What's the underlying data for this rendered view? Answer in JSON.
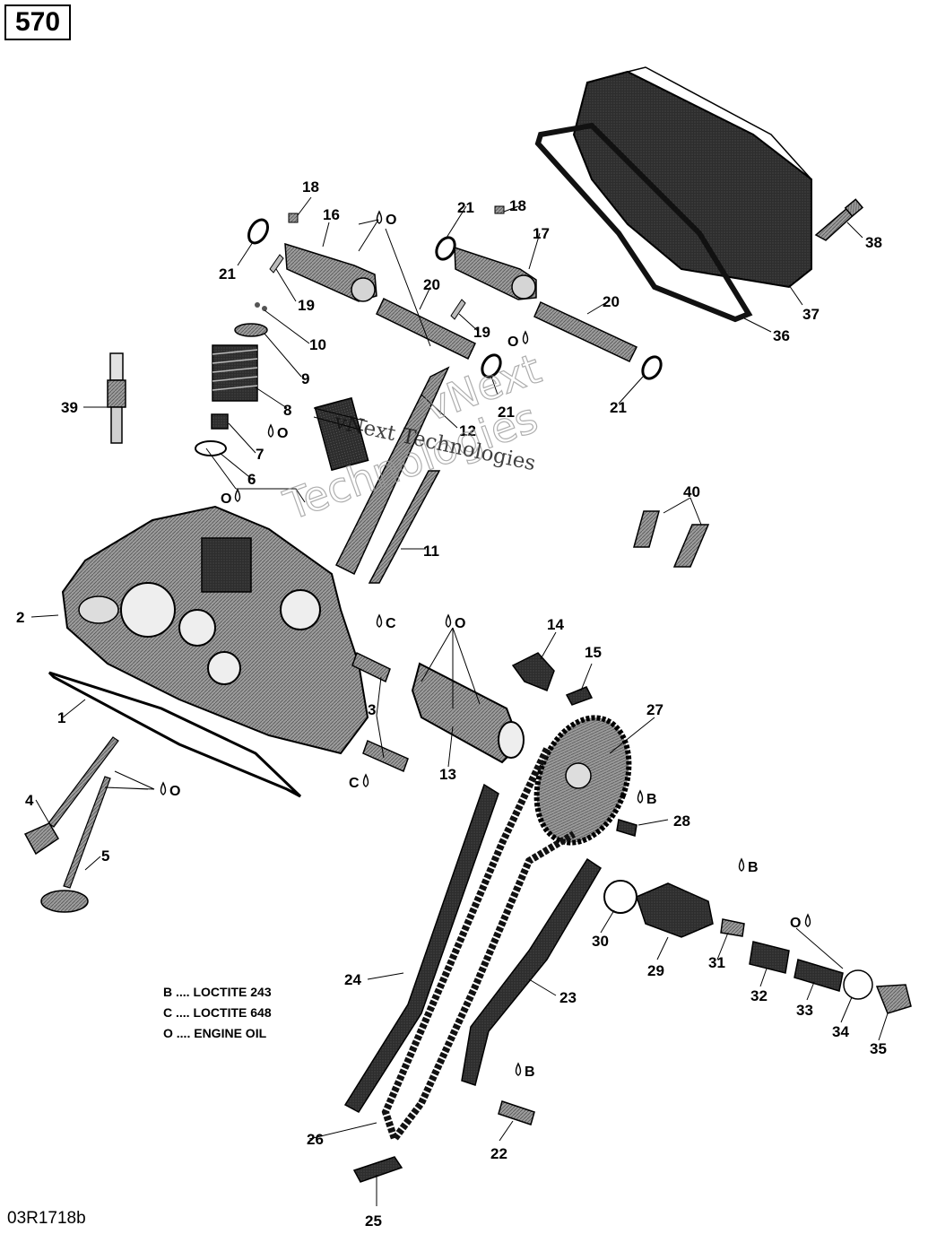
{
  "page_number": "570",
  "drawing_code": "03R1718b",
  "watermark": {
    "line1": "vNext",
    "line2": "Technologies",
    "line3": "vNext Technologies"
  },
  "legend": [
    {
      "code": "B",
      "text": "LOCTITE 243"
    },
    {
      "code": "C",
      "text": "LOCTITE 648"
    },
    {
      "code": "O",
      "text": "ENGINE OIL"
    }
  ],
  "legend_separator": "....",
  "callouts": [
    "18",
    "16",
    "21",
    "19",
    "10",
    "9",
    "8",
    "39",
    "7",
    "6",
    "2",
    "1",
    "4",
    "5",
    "12",
    "11",
    "3",
    "13",
    "17",
    "20",
    "21",
    "18",
    "21",
    "19",
    "20",
    "21",
    "37",
    "36",
    "38",
    "40",
    "14",
    "15",
    "27",
    "28",
    "24",
    "26",
    "25",
    "23",
    "22",
    "30",
    "29",
    "31",
    "32",
    "33",
    "34",
    "35"
  ],
  "marks": [
    {
      "code": "O"
    },
    {
      "code": "O"
    },
    {
      "code": "O"
    },
    {
      "code": "O"
    },
    {
      "code": "O"
    },
    {
      "code": "C"
    },
    {
      "code": "C"
    },
    {
      "code": "O"
    },
    {
      "code": "B"
    },
    {
      "code": "B"
    },
    {
      "code": "O"
    },
    {
      "code": "B"
    }
  ],
  "colors": {
    "line": "#000000",
    "shade_dark": "#2b2b2b",
    "shade_mid": "#7a7a7a",
    "shade_light": "#c4c4c4",
    "watermark": "#9a9a9a"
  }
}
